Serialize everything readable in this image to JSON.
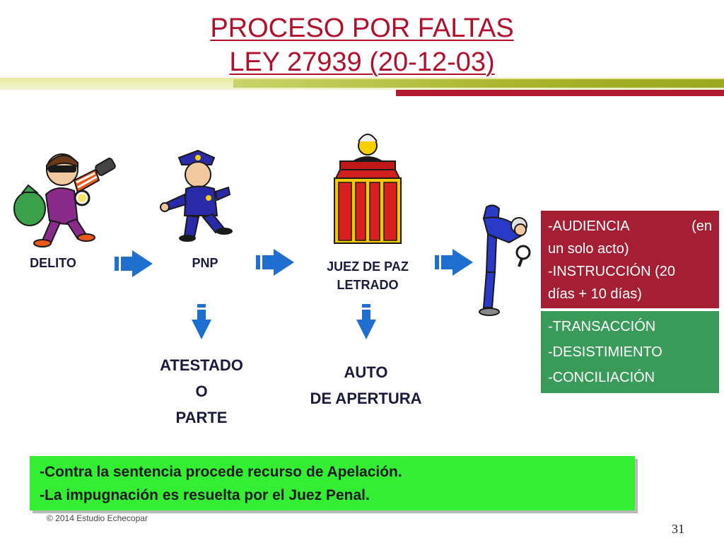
{
  "title": {
    "line1": "PROCESO POR FALTAS",
    "line2": "LEY 27939 (20-12-03)"
  },
  "flow": {
    "step1": "DELITO",
    "step2": "PNP",
    "step3_line1": "JUEZ DE PAZ",
    "step3_line2": "LETRADO"
  },
  "outputs": {
    "pnp": [
      "ATESTADO",
      "O",
      "PARTE"
    ],
    "juez": [
      "AUTO",
      "DE APERTURA"
    ]
  },
  "red_box": {
    "item1_a": "-AUDIENCIA",
    "item1_b": "(en",
    "item1_c": "un solo acto)",
    "item2_a": "-INSTRUCCIÓN (20",
    "item2_b": "días + 10 días)"
  },
  "green_box": {
    "items": [
      "-TRANSACCIÓN",
      "-DESISTIMIENTO",
      "-CONCILIACIÓN"
    ]
  },
  "note": {
    "line1": "-Contra la sentencia procede recurso de Apelación.",
    "line2": "-La impugnación es resuelta por el Juez Penal."
  },
  "footer": "© 2014 Estudio Echecopar",
  "page_number": "31",
  "icons": [
    "thief-icon",
    "police-icon",
    "judge-podium-icon",
    "detective-icon",
    "arrow-right-icon",
    "arrow-down-icon"
  ],
  "colors": {
    "title": "#b0102c",
    "red_box": "#a51f34",
    "green_box": "#3a9a5a",
    "note": "#33ee33",
    "arrow": "#1e6fd0"
  }
}
